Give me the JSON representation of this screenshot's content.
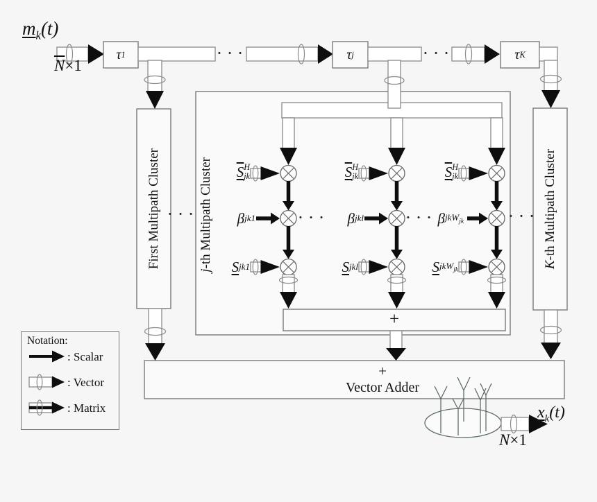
{
  "input": {
    "base": "m",
    "sub": "k",
    "args": "(t)",
    "dim_base": "N",
    "dim_times": "×1"
  },
  "delays": {
    "first": {
      "base": "τ",
      "sub": "1"
    },
    "jth": {
      "base": "τ",
      "sub": "j"
    },
    "kth": {
      "base": "τ",
      "sub": "K"
    }
  },
  "dots": "· · ·",
  "clusters": {
    "first": {
      "label": "First Multipath Cluster"
    },
    "jth": {
      "prefix": "j",
      "suffix": "-th Multipath Cluster"
    },
    "kth": {
      "prefix": "K",
      "suffix": "-th Multipath Cluster"
    }
  },
  "weights": {
    "despread": {
      "base": "S",
      "sup": "H",
      "sub": "jk"
    },
    "beta": [
      {
        "base": "β",
        "sub": "jk1"
      },
      {
        "base": "β",
        "sub": "jkl"
      },
      {
        "base": "β",
        "sub": "jkW",
        "subsub": "jk"
      }
    ],
    "respread": [
      {
        "base": "S",
        "sub": "jk1"
      },
      {
        "base": "S",
        "sub": "jkl"
      },
      {
        "base": "S",
        "sub": "jkW",
        "subsub": "jk"
      }
    ]
  },
  "adders": {
    "cluster_plus": "+",
    "vector_plus": "+",
    "vector_label": "Vector Adder"
  },
  "output": {
    "base": "x",
    "sub": "k",
    "args": "(t)",
    "dim_base": "N",
    "dim_times": "×1"
  },
  "legend": {
    "title": "Notation:",
    "scalar": ": Scalar",
    "vector": ": Vector",
    "matrix": ": Matrix"
  }
}
